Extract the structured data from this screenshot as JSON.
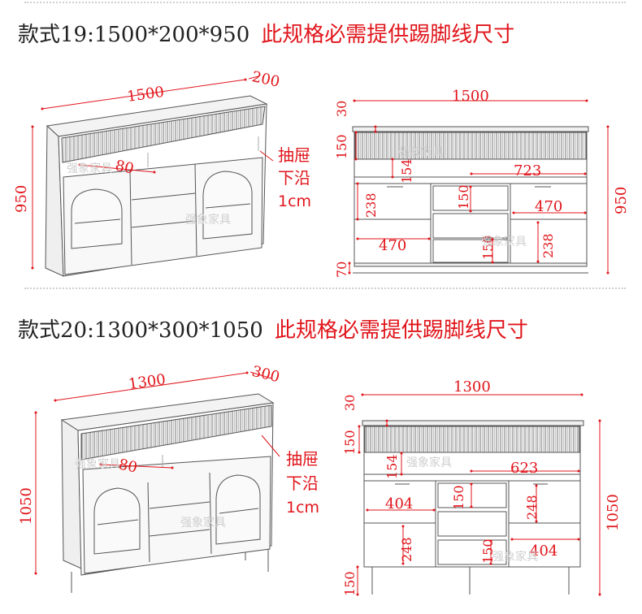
{
  "style19": {
    "model": "款式19:1500*200*950",
    "requirement": "此规格必需提供踢脚线尺寸",
    "persp": {
      "width": "1500",
      "depth": "200",
      "height": "950",
      "drawer_gap": "80",
      "note1": "抽屉",
      "note2": "下沿",
      "note3": "1cm"
    },
    "front": {
      "width": "1500",
      "top_gap": "30",
      "band": "150",
      "niche": "154",
      "shelf": "723",
      "door_h": "238",
      "drawer": "150",
      "half_w": "470",
      "half_w2": "470",
      "drawer2": "150",
      "door_h2": "238",
      "kick": "70",
      "height": "950"
    }
  },
  "style20": {
    "model": "款式20:1300*300*1050",
    "requirement": "此规格必需提供踢脚线尺寸",
    "persp": {
      "width": "1300",
      "depth": "300",
      "height": "1050",
      "drawer_gap": "80",
      "note1": "抽屉",
      "note2": "下沿",
      "note3": "1cm"
    },
    "front": {
      "width": "1300",
      "top_gap": "30",
      "band": "150",
      "niche": "154",
      "shelf": "623",
      "half_w": "404",
      "drawer": "150",
      "door_h": "248",
      "door_h2": "248",
      "half_w2": "404",
      "drawer2": "150",
      "kick": "150",
      "height": "1050"
    }
  },
  "watermark": "强象家具",
  "colors": {
    "dimension": "#e0151b",
    "line": "#555555"
  }
}
